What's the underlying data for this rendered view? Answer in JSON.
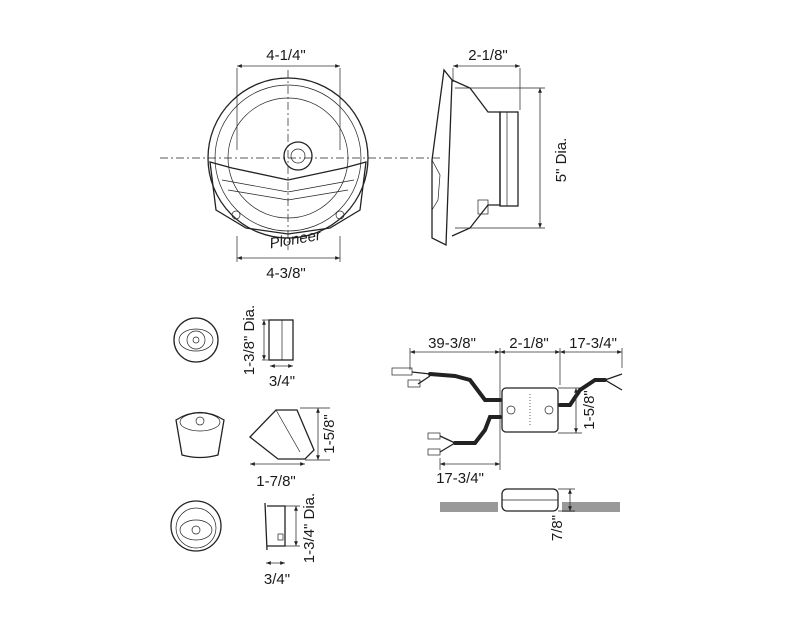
{
  "main_speaker": {
    "brand_logo": "Pioneer",
    "front_width_top": "4-1/4\"",
    "front_width_bottom": "4-3/8\"",
    "side_depth": "2-1/8\"",
    "diameter": "5\" Dia."
  },
  "tweeter_flush": {
    "diameter": "1-3/8\" Dia.",
    "depth": "3/4\""
  },
  "tweeter_angle": {
    "height": "1-5/8\"",
    "width": "1-7/8\""
  },
  "tweeter_surface": {
    "diameter": "1-3/4\" Dia.",
    "depth": "3/4\""
  },
  "crossover": {
    "input_length": "39-3/8\"",
    "box_width": "2-1/8\"",
    "output_length": "17-3/4\"",
    "box_height": "1-5/8\"",
    "lower_lead_length": "17-3/4\"",
    "box_thickness": "7/8\""
  }
}
